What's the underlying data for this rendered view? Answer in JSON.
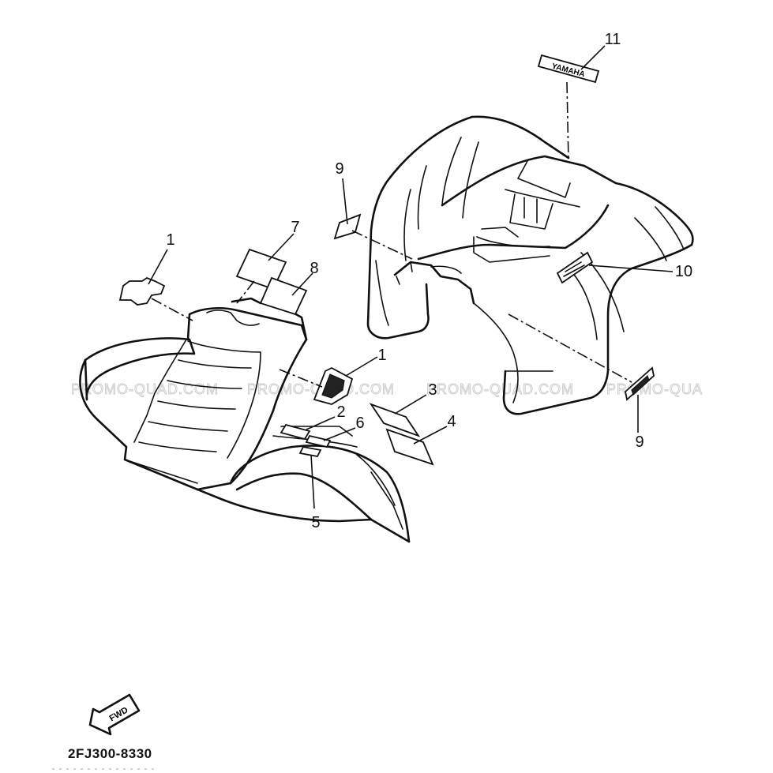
{
  "diagram": {
    "part_code": "2FJ300-8330",
    "fwd_label": "FWD",
    "watermark_text": "PROMO-QUAD.COM",
    "watermark_text_cut": "PROMO-QUA",
    "decal_11_text": "YAMAHA",
    "callouts": {
      "c1a": "1",
      "c1b": "1",
      "c2": "2",
      "c3": "3",
      "c4": "4",
      "c5": "5",
      "c6": "6",
      "c7": "7",
      "c8": "8",
      "c9a": "9",
      "c9b": "9",
      "c10": "10",
      "c11": "11"
    }
  }
}
